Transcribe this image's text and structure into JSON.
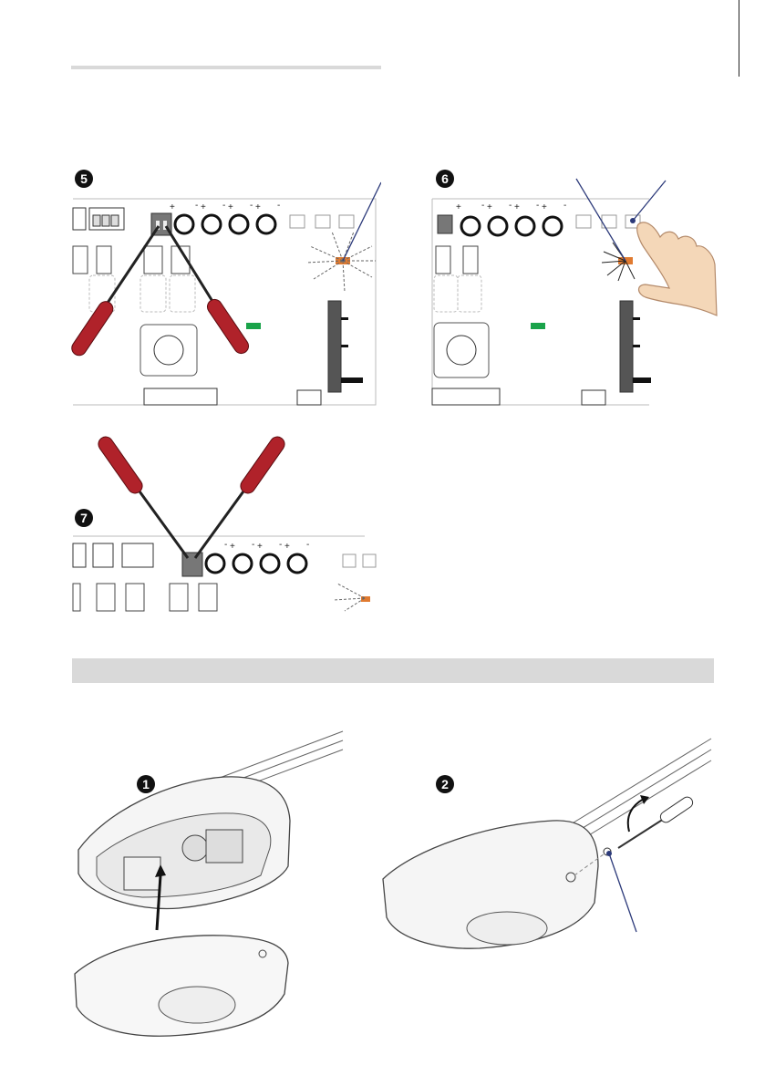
{
  "page": {
    "number": "",
    "steps": [
      "5",
      "6",
      "7",
      "1",
      "2"
    ],
    "terminal_signs": {
      "plus": "+",
      "minus": "-"
    },
    "colors": {
      "screwdriver_handle": "#b0222a",
      "led_orange": "#e07a30",
      "led_green": "#1aa34a",
      "leader_line": "#2c3a7a",
      "section_bar": "#d9d9d9",
      "skin": "#f4d7b8"
    }
  }
}
